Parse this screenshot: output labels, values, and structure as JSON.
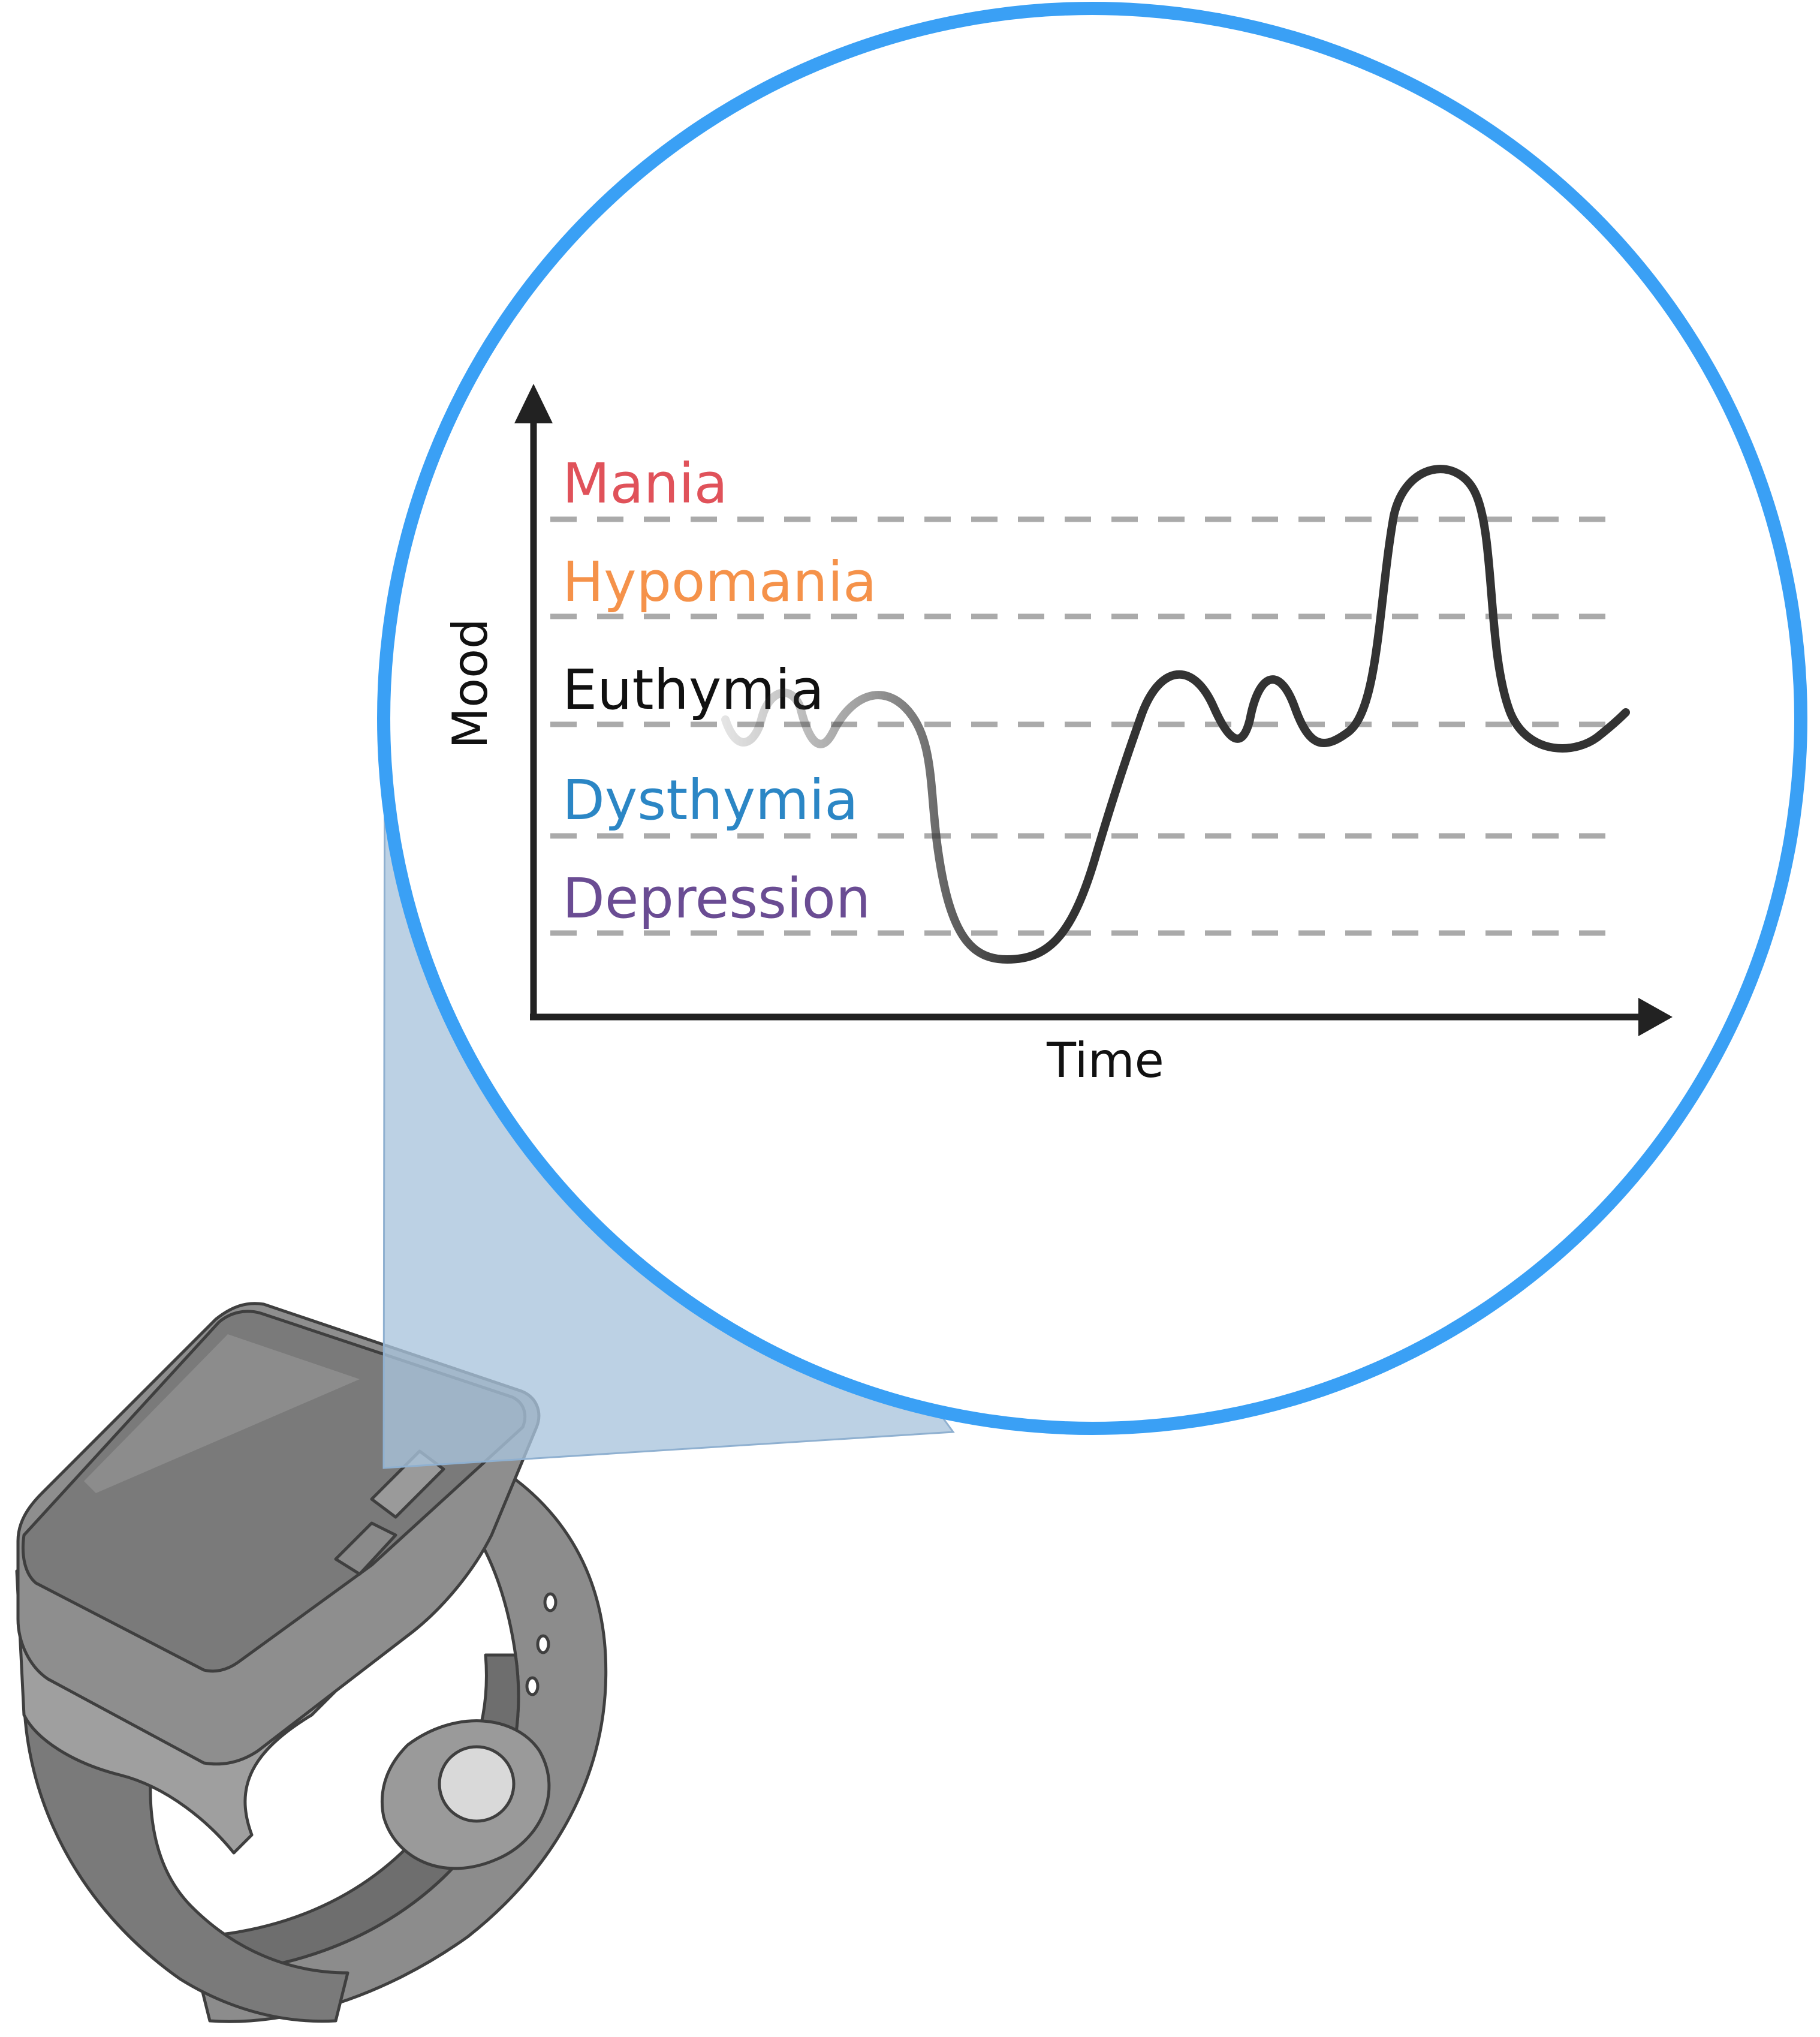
{
  "diagram": {
    "y_axis_label": "Mood",
    "x_axis_label": "Time",
    "mood_states": [
      {
        "label": "Mania",
        "color": "#e0525a"
      },
      {
        "label": "Hypomania",
        "color": "#f5924a"
      },
      {
        "label": "Euthymia",
        "color": "#111111"
      },
      {
        "label": "Dysthymia",
        "color": "#2b86c5"
      },
      {
        "label": "Depression",
        "color": "#6a4c93"
      }
    ],
    "colors": {
      "magnifier_ring": "#3aa0f5",
      "projection_cone": "#a9c4dc",
      "mood_curve": "#333333",
      "divider_lines": "#aaaaaa",
      "watch_body": "#8a8a8a"
    },
    "icons": {
      "device": "smartwatch-icon"
    }
  }
}
